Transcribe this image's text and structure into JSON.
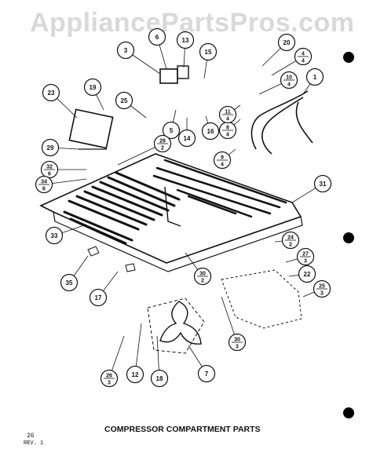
{
  "watermark": "AppliancePartsPros.com",
  "caption": "COMPRESSOR COMPARTMENT PARTS",
  "page_number": "26",
  "revision": "REV. 1",
  "callouts": [
    {
      "id": "c1",
      "label": "1"
    },
    {
      "id": "c3",
      "label": "3"
    },
    {
      "id": "c4",
      "label": "4",
      "qty": "4"
    },
    {
      "id": "c5",
      "label": "5"
    },
    {
      "id": "c6",
      "label": "6"
    },
    {
      "id": "c7",
      "label": "7"
    },
    {
      "id": "c8",
      "label": "8",
      "qty": "4"
    },
    {
      "id": "c9",
      "label": "9",
      "qty": "4"
    },
    {
      "id": "c10",
      "label": "10",
      "qty": "4"
    },
    {
      "id": "c11",
      "label": "11",
      "qty": "4"
    },
    {
      "id": "c12",
      "label": "12"
    },
    {
      "id": "c13",
      "label": "13"
    },
    {
      "id": "c14",
      "label": "14"
    },
    {
      "id": "c15",
      "label": "15"
    },
    {
      "id": "c16",
      "label": "16"
    },
    {
      "id": "c17",
      "label": "17"
    },
    {
      "id": "c18",
      "label": "18"
    },
    {
      "id": "c19",
      "label": "19"
    },
    {
      "id": "c20",
      "label": "20"
    },
    {
      "id": "c22",
      "label": "22"
    },
    {
      "id": "c23",
      "label": "23"
    },
    {
      "id": "c24",
      "label": "24",
      "qty": "2"
    },
    {
      "id": "c25a",
      "label": "25"
    },
    {
      "id": "c25b",
      "label": "25",
      "qty": "3"
    },
    {
      "id": "c26",
      "label": "26",
      "qty": "3"
    },
    {
      "id": "c27",
      "label": "27",
      "qty": "3"
    },
    {
      "id": "c28",
      "label": "28",
      "qty": "2"
    },
    {
      "id": "c29",
      "label": "29"
    },
    {
      "id": "c30a",
      "label": "30",
      "qty": "2"
    },
    {
      "id": "c30b",
      "label": "30",
      "qty": "3"
    },
    {
      "id": "c31",
      "label": "31"
    },
    {
      "id": "c32",
      "label": "32",
      "qty": "6"
    },
    {
      "id": "c33",
      "label": "33"
    },
    {
      "id": "c34",
      "label": "34",
      "qty": "6"
    },
    {
      "id": "c35",
      "label": "35"
    }
  ]
}
